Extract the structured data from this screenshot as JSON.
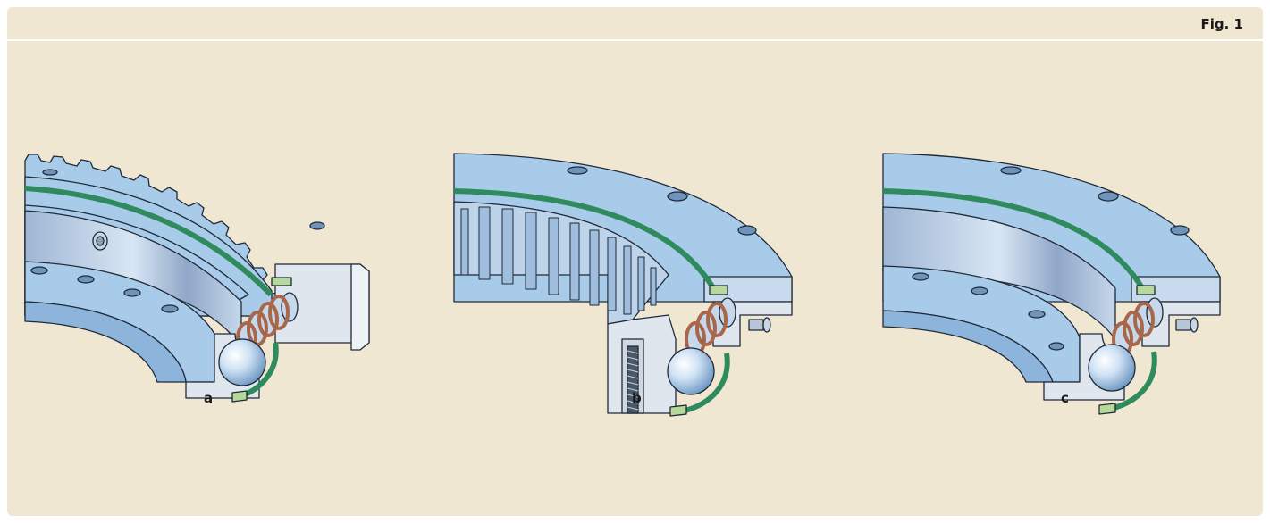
{
  "figure": {
    "label": "Fig. 1"
  },
  "panels": [
    {
      "label": "a"
    },
    {
      "label": "b"
    },
    {
      "label": "c"
    }
  ],
  "colors": {
    "background": "#f0e7d2",
    "steel_blue": "#a8cbea",
    "steel_dark": "#7fa9d2",
    "section_face": "#dfe6ee",
    "seal_green": "#2f8a5e",
    "spacer_brown": "#a8664a",
    "ball": "#bcd6ee",
    "outline": "#1f2a38"
  }
}
